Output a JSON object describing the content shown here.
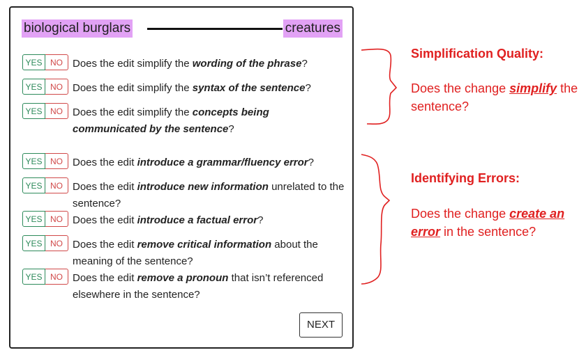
{
  "pair": {
    "original": "biological burglars",
    "replacement": "creatures"
  },
  "toggle": {
    "yes": "YES",
    "no": "NO"
  },
  "questions": [
    {
      "pre": "Does the edit simplify the ",
      "em": "wording of the phrase",
      "post": "?"
    },
    {
      "pre": "Does the edit simplify the ",
      "em": "syntax of the sentence",
      "post": "?"
    },
    {
      "pre": "Does the edit simplify the ",
      "em": "concepts being communicated by the sentence",
      "post": "?"
    },
    {
      "pre": "Does the edit ",
      "em": "introduce a grammar/fluency error",
      "post": "?"
    },
    {
      "pre": "Does the edit ",
      "em": "introduce new information",
      "post": " unrelated to the sentence?"
    },
    {
      "pre": "Does the edit ",
      "em": "introduce a factual error",
      "post": "?"
    },
    {
      "pre": "Does the edit ",
      "em": "remove critical information",
      "post": " about the meaning of the sentence?"
    },
    {
      "pre": "Does the edit ",
      "em": "remove a pronoun",
      "post": " that isn’t referenced elsewhere in the sentence?"
    }
  ],
  "next_label": "NEXT",
  "annotations": {
    "simplification": {
      "title": "Simplification Quality:",
      "pre": "Does the change ",
      "em": "simplify",
      "post": " the sentence?"
    },
    "errors": {
      "title": "Identifying Errors:",
      "pre": "Does the change ",
      "em": "create an error",
      "post": " in the sentence?"
    }
  },
  "colors": {
    "highlight": "#e2a2f5",
    "annotation": "#e02020",
    "yes": "#2d8a5a",
    "no": "#d04848"
  }
}
